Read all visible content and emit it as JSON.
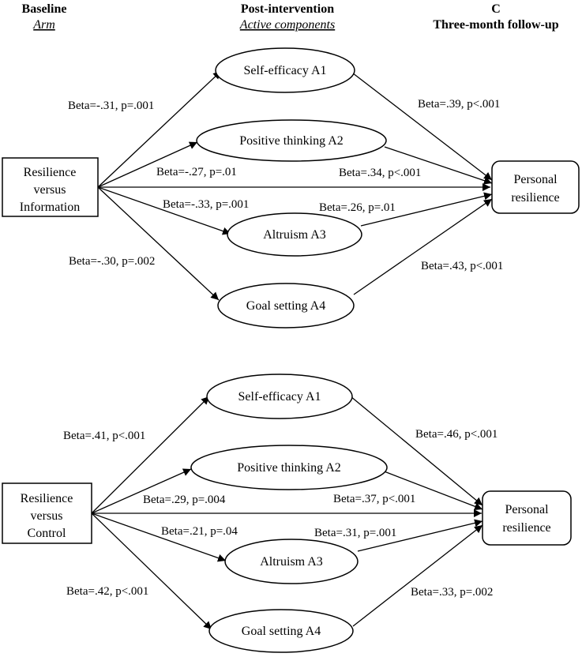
{
  "headers": {
    "col1_title": "Baseline",
    "col1_sub": "Arm",
    "col2_title": "Post-intervention",
    "col2_sub": "Active components",
    "col3_title": "C",
    "col3_sub": "Three-month follow-up"
  },
  "panels": [
    {
      "source": [
        "Resilience",
        "versus",
        "Information"
      ],
      "outcome": [
        "Personal",
        "resilience"
      ],
      "mediators": [
        "Self-efficacy A1",
        "Positive thinking A2",
        "Altruism A3",
        "Goal setting A4"
      ],
      "a_paths": [
        "Beta=-.31, p=.001",
        "Beta=-.27, p=.01",
        "Beta=-.33, p=.001",
        "Beta=-.30, p=.002"
      ],
      "b_paths": [
        "Beta=.39, p<.001",
        "Beta=.34, p<.001",
        "Beta=.26, p=.01",
        "Beta=.43, p<.001"
      ]
    },
    {
      "source": [
        "Resilience",
        "versus",
        "Control"
      ],
      "outcome": [
        "Personal",
        "resilience"
      ],
      "mediators": [
        "Self-efficacy A1",
        "Positive thinking A2",
        "Altruism A3",
        "Goal setting A4"
      ],
      "a_paths": [
        "Beta=.41, p<.001",
        "Beta=.29, p=.004",
        "Beta=.21, p=.04",
        "Beta=.42, p<.001"
      ],
      "b_paths": [
        "Beta=.46, p<.001",
        "Beta=.37, p<.001",
        "Beta=.31, p=.001",
        "Beta=.33, p=.002"
      ]
    }
  ]
}
